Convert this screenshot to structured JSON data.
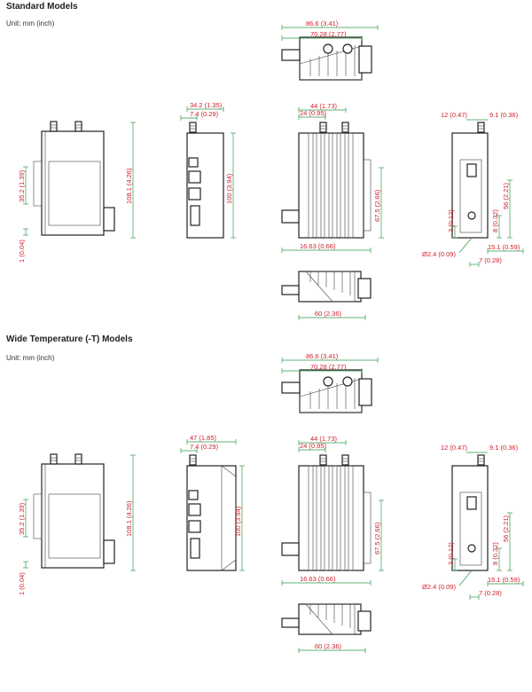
{
  "sections": [
    {
      "title": "Standard Models",
      "unit": "Unit: mm (inch)",
      "dims": {
        "top_overall": "86.6 (3.41)",
        "top_inner": "70.28 (2.77)",
        "front_height": "108.1 (4.26)",
        "front_din": "35.2 (1.39)",
        "front_offset": "1 (0.04)",
        "side_width": "34.2 (1.35)",
        "side_antenna": "7.4 (0.29)",
        "side_height": "100 (3.94)",
        "rear_width": "44 (1.73)",
        "rear_antenna": "24 (0.95)",
        "rear_rail": "67.5 (2.66)",
        "rear_connector": "16.63 (0.66)",
        "din_left": "12 (0.47)",
        "din_right": "9.1 (0.36)",
        "din_height": "56 (2.21)",
        "din_3": "3 (0.12)",
        "din_8": "8 (0.32)",
        "din_hole": "Ø2.4 (0.09)",
        "din_15": "15.1 (0.59)",
        "din_7": "7 (0.28)",
        "bottom_width": "60 (2.36)"
      }
    },
    {
      "title": "Wide Temperature (-T) Models",
      "unit": "Unit: mm (inch)",
      "dims": {
        "top_overall": "86.6 (3.41)",
        "top_inner": "70.28 (2.77)",
        "front_height": "108.1 (4.26)",
        "front_din": "35.2 (1.39)",
        "front_offset": "1 (0.04)",
        "side_width": "47 (1.85)",
        "side_antenna": "7.4 (0.29)",
        "side_height": "100 (3.94)",
        "rear_width": "44 (1.73)",
        "rear_antenna": "24 (0.95)",
        "rear_rail": "67.5 (2.66)",
        "rear_connector": "16.63 (0.66)",
        "din_left": "12 (0.47)",
        "din_right": "9.1 (0.36)",
        "din_height": "56 (2.21)",
        "din_3": "3 (0.12)",
        "din_8": "8 (0.32)",
        "din_hole": "Ø2.4 (0.09)",
        "din_15": "15.1 (0.59)",
        "din_7": "7 (0.28)",
        "bottom_width": "60 (2.36)"
      }
    }
  ]
}
